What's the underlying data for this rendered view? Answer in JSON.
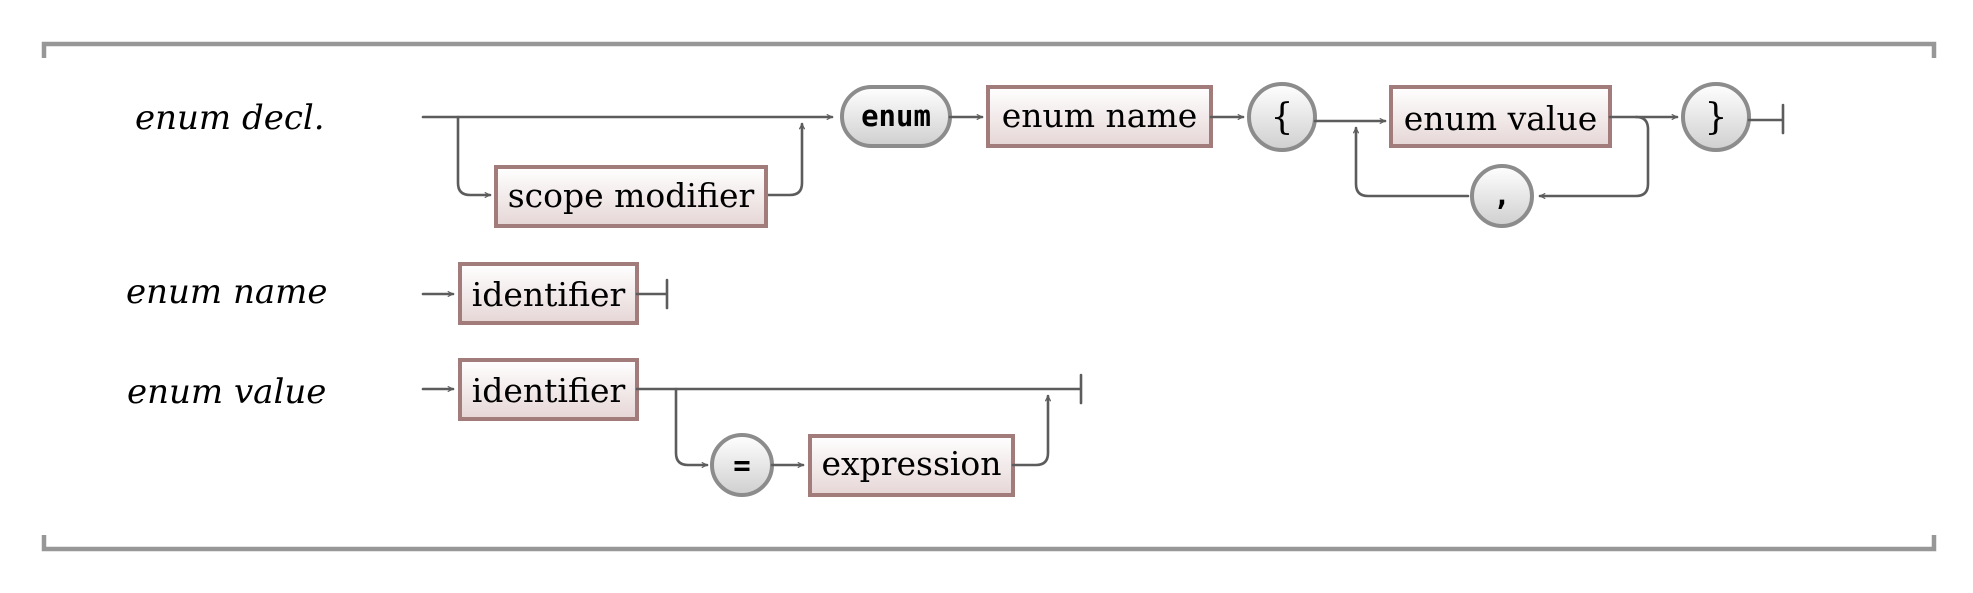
{
  "rules": [
    {
      "name": "enum decl.",
      "elements": [
        {
          "kind": "nonterminal",
          "text": "scope modifier",
          "optional": true
        },
        {
          "kind": "terminal",
          "text": "enum"
        },
        {
          "kind": "nonterminal",
          "text": "enum name"
        },
        {
          "kind": "terminal",
          "text": "{"
        },
        {
          "kind": "nonterminal",
          "text": "enum value",
          "repeat_separator": ","
        },
        {
          "kind": "terminal",
          "text": ","
        },
        {
          "kind": "terminal",
          "text": "}"
        }
      ]
    },
    {
      "name": "enum name",
      "elements": [
        {
          "kind": "nonterminal",
          "text": "identifier"
        }
      ]
    },
    {
      "name": "enum value",
      "elements": [
        {
          "kind": "nonterminal",
          "text": "identifier"
        },
        {
          "kind": "terminal",
          "text": "=",
          "optional": true
        },
        {
          "kind": "nonterminal",
          "text": "expression",
          "optional": true
        }
      ]
    }
  ],
  "colors": {
    "line": "#5c5c5c",
    "nonterminal_border": "#a27b7b",
    "nonterminal_fill_top": "#ffffff",
    "nonterminal_fill_bottom": "#e6d6d6",
    "terminal_border": "#8c8c8c",
    "terminal_fill_top": "#ffffff",
    "terminal_fill_bottom": "#cfcfcf",
    "bracket": "#979797"
  }
}
